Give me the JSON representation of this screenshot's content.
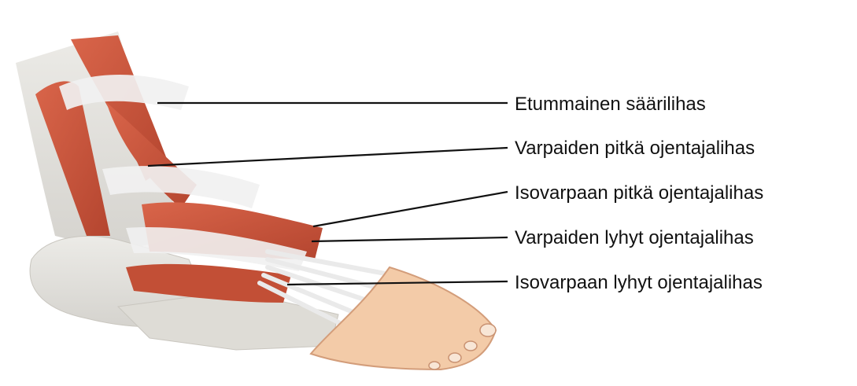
{
  "labels": [
    "Etummainen säärilihas",
    "Varpaiden pitkä ojentajalihas",
    "Isovarpaan pitkä ojentajalihas",
    "Varpaiden lyhyt ojentajalihas",
    "Isovarpaan lyhyt ojentajalihas"
  ],
  "colors": {
    "muscle": "#c8553c",
    "muscle_dark": "#9e3a28",
    "tendon": "#eeeeee",
    "bone": "#e4e2dd",
    "skin": "#f3cba8",
    "leader_line": "#111111"
  }
}
